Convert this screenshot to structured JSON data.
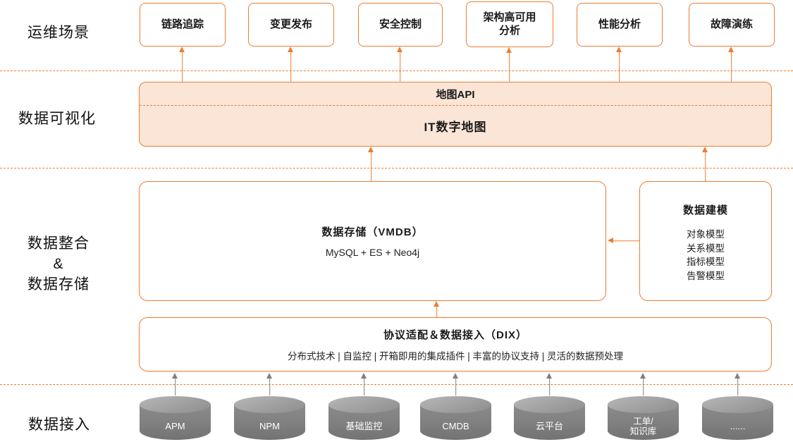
{
  "labels": {
    "scenarios": "运维场景",
    "visualization": "数据可视化",
    "integration": "数据整合\n&\n数据存储",
    "ingestion": "数据接入"
  },
  "scenarios": [
    "链路追踪",
    "变更发布",
    "安全控制",
    "架构高可用\n分析",
    "性能分析",
    "故障演练"
  ],
  "visualization": {
    "api": "地图API",
    "map": "IT数字地图"
  },
  "storage": {
    "title": "数据存储（VMDB）",
    "stack": "MySQL + ES + Neo4j"
  },
  "modeling": {
    "title": "数据建模",
    "items": [
      "对象模型",
      "关系模型",
      "指标模型",
      "告警模型"
    ]
  },
  "dix": {
    "title": "协议适配＆数据接入（DIX）",
    "features": "分布式技术 | 自监控 | 开箱即用的集成插件 | 丰富的协议支持 | 灵活的数据预处理"
  },
  "sources": [
    "APM",
    "NPM",
    "基础监控",
    "CMDB",
    "云平台",
    "工单/\n知识库",
    "......"
  ],
  "colors": {
    "accent": "#ED7D31",
    "accent_fill": "#FBE5D6",
    "gray": "#7F7F7F"
  }
}
